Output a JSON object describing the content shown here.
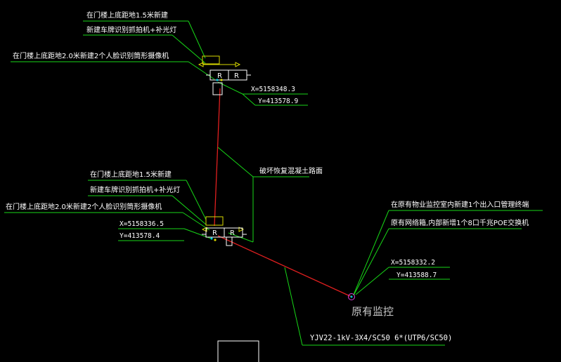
{
  "colors": {
    "background": "#000000",
    "leader": "#17d617",
    "cable": "#e01f1f",
    "symbol": "#ffffff",
    "symbol_yellow": "#d9d900",
    "marker_cyan": "#00c8d8",
    "marker_magenta": "#e040e0"
  },
  "top_gate": {
    "note_1": "在门楼上底距地1.5米新建",
    "note_2": "新建车牌识别抓拍机+补光灯",
    "note_3": "在门楼上底距地2.0米新建2个人脸识别筒形摄像机",
    "box_left": "R",
    "box_right": "R",
    "x_coord": "X=5158348.3",
    "y_coord": "Y=413578.9"
  },
  "road_note": "破坏恢复混凝土路面",
  "bottom_gate": {
    "note_1": "在门楼上底距地1.5米新建",
    "note_2": "新建车牌识别抓拍机+补光灯",
    "note_3": "在门楼上底距地2.0米新建2个人脸识别筒形摄像机",
    "box_left": "R",
    "box_right": "R",
    "x_coord": "X=5158336.5",
    "y_coord": "Y=413578.4"
  },
  "monitor": {
    "note_1": "在原有物业监控室内新建1个出入口管理终端",
    "note_2": "原有网络箱,内部新增1个8口千兆POE交换机",
    "x_coord": "X=5158332.2",
    "y_coord": "Y=413588.7",
    "label": "原有监控"
  },
  "cable_spec": "YJV22-1kV-3X4/SC50 6*(UTP6/SC50)"
}
